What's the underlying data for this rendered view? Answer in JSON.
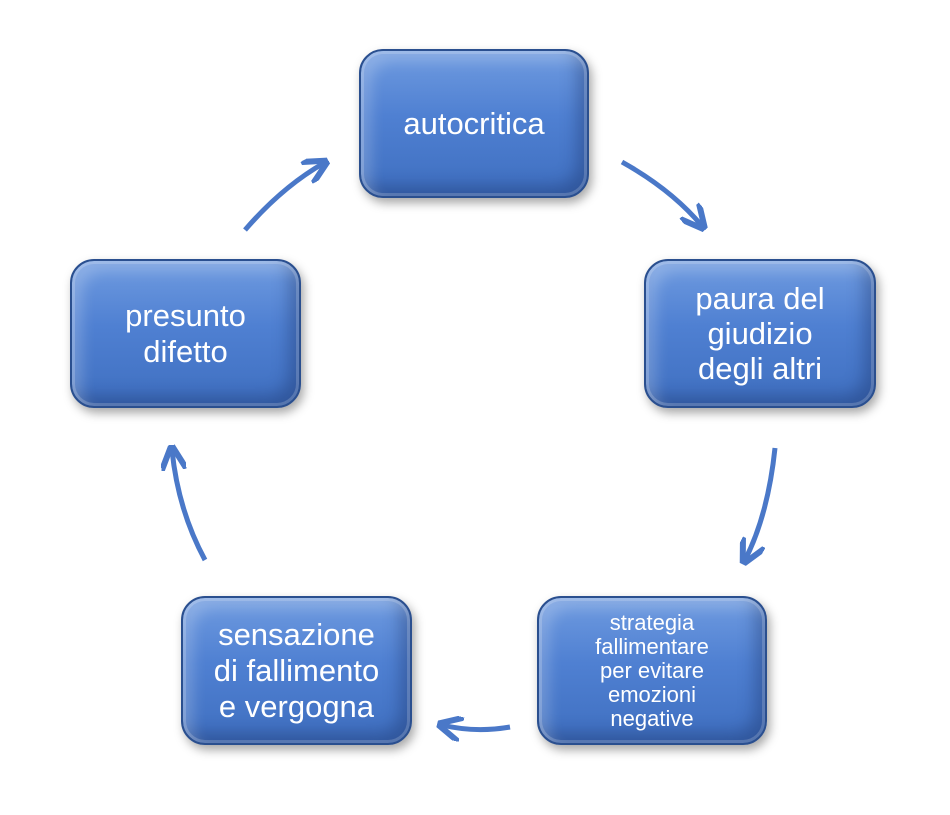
{
  "diagram": {
    "boxes": [
      {
        "label": "autocritica"
      },
      {
        "label": "paura del\ngiudizio\ndegli altri"
      },
      {
        "label": "strategia\nfallimentare\nper evitare\nemozioni\nnegative"
      },
      {
        "label": "sensazione\ndi fallimento\ne vergogna"
      },
      {
        "label": "presunto\ndifetto"
      }
    ]
  },
  "colors": {
    "box_fill": "#4f80d2",
    "box_border": "#2a4f8f",
    "arrow": "#4a78c8",
    "text": "#ffffff"
  }
}
